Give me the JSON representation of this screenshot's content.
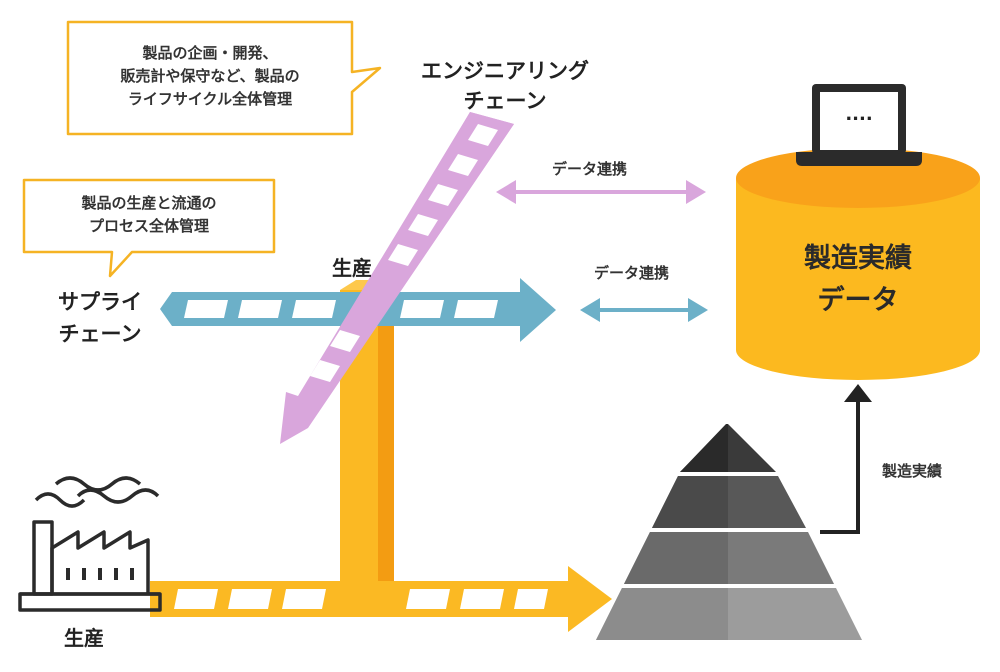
{
  "callouts": {
    "engineering": [
      "製品の企画・開発、",
      "販売計や保守など、製品の",
      "ライフサイクル全体管理"
    ],
    "supply": [
      "製品の生産と流通の",
      "プロセス全体管理"
    ]
  },
  "labels": {
    "engineering_chain": [
      "エンジニアリング",
      "チェーン"
    ],
    "supply_chain": [
      "サプライ",
      "チェーン"
    ],
    "production_pillar": "生産",
    "production_factory": "生産",
    "data_link_1": "データ連携",
    "data_link_2": "データ連携",
    "mfg_record": "製造実績",
    "database": [
      "製造実績",
      "データ"
    ],
    "laptop_screen": "...."
  },
  "colors": {
    "engineering": "#d9a6dc",
    "supply": "#6cb0c8",
    "production": "#fbb923",
    "production_dark": "#f39c12",
    "database_body": "#fcb91f",
    "database_top": "#f9a21a",
    "callout_border": "#f5b324",
    "pyramid_levels": [
      "#3a3a3a",
      "#585858",
      "#7a7a7a",
      "#9c9c9c"
    ]
  },
  "icons": {
    "factory": "factory-icon",
    "laptop": "laptop-icon",
    "pyramid": "pyramid-icon",
    "database": "database-cylinder"
  }
}
